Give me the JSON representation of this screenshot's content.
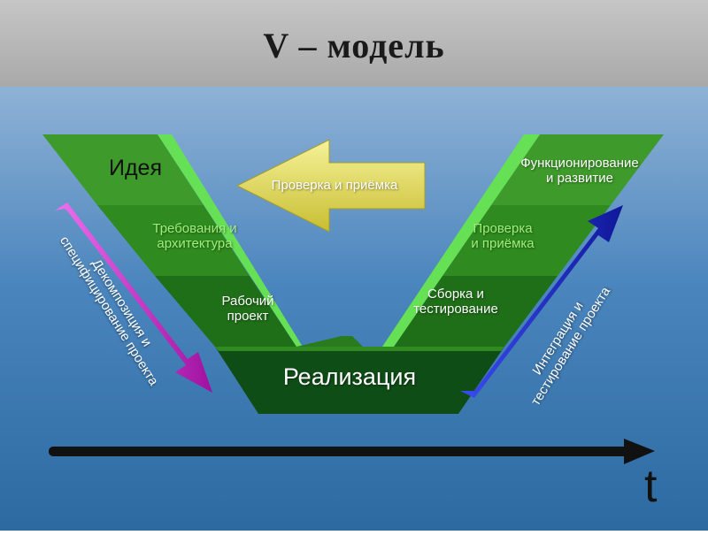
{
  "title": "V – модель",
  "stages": {
    "idea": "Идея",
    "requirements": [
      "Требования и",
      "архитектура"
    ],
    "working_project": [
      "Рабочий",
      "проект"
    ],
    "implementation": "Реализация",
    "assembly": [
      "Сборка и",
      "тестирование"
    ],
    "verification": [
      "Проверка",
      "и приёмка"
    ],
    "operation": [
      "Функционирование",
      "и развитие"
    ]
  },
  "arrows": {
    "acceptance": "Проверка и приёмка",
    "decomposition": [
      "Декомпозиция и",
      "специфицирование проекта"
    ],
    "integration": [
      "Интеграция и",
      "тестирование проекта"
    ],
    "time": "t"
  },
  "colors": {
    "sky_top": "#bdbdbd",
    "sea": "#3f7fb6",
    "green_dark": "#0f4d17",
    "green_mid": "#2f8a1f",
    "green_light": "#5bc84a",
    "yellow_arrow": "#e9e06a",
    "magenta_arrow": "#d62ad6",
    "blue_arrow": "#1a28c8"
  }
}
